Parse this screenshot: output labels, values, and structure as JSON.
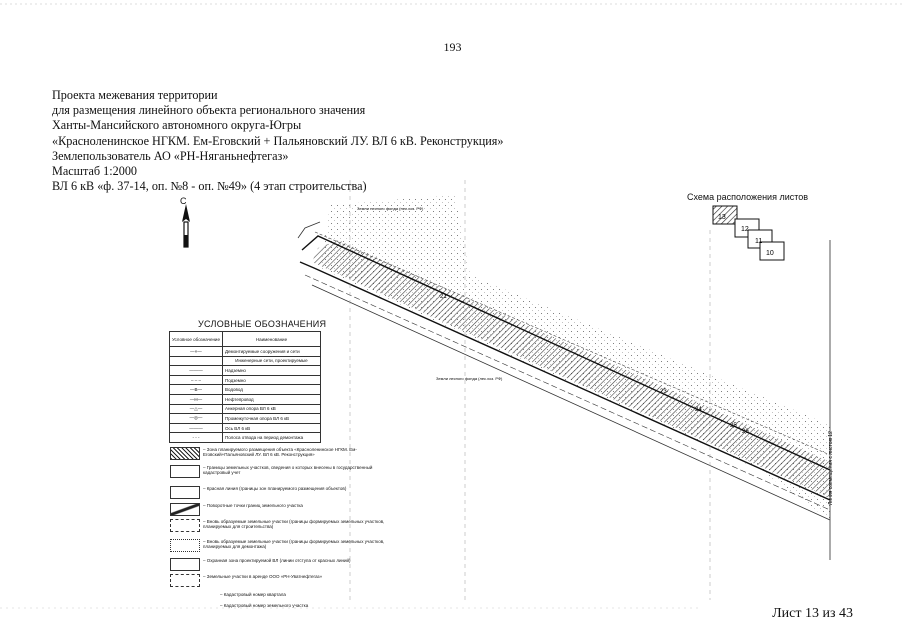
{
  "page_number": "193",
  "header": {
    "line1": "Проекта межевания территории",
    "line2": "для размещения линейного объекта регионального значения",
    "line3": "Ханты-Мансийского автономного округа-Югры",
    "line4": "«Красноленинское НГКМ. Ем-Еговский + Пальяновский ЛУ. ВЛ 6 кВ. Реконструкция»",
    "line5": "Землепользователь АО «РН-Няганьнефтегаз»",
    "line6": "Масштаб 1:2000",
    "line7": "ВЛ 6 кВ «ф. 37-14, оп. №8 - оп. №49» (4 этап строительства)"
  },
  "north_label": "С",
  "sheet_label": "Лист 13 из 43",
  "scheme": {
    "title": "Схема расположения листов",
    "sheets": [
      "13",
      "12",
      "11",
      "10"
    ]
  },
  "legend": {
    "title": "УСЛОВНЫЕ ОБОЗНАЧЕНИЯ",
    "header_sym": "Условное обозначение",
    "header_name": "Наименование",
    "rows": [
      "Демонтируемые сооружения и сети",
      "Инженерные сети, проектируемые",
      "Надземно",
      "Подземно",
      "Водовод",
      "Нефтепровод",
      "Анкерная опора ВЛ 6 кВ",
      "Промежуточная опора ВЛ 6 кВ",
      "Ось ВЛ 6 кВ",
      "Полоса отвода на период демонтажа"
    ],
    "extra": [
      "– Зона планируемого размещения объекта «Красноленинское НГКМ. Ем-Еговский+Пальяновский ЛУ. ВЛ 6 кВ. Реконструкция»",
      "– Границы земельных участков, сведения о которых внесены в государственный кадастровый учет",
      "– Красная линия (границы зон планируемого размещения объектов)",
      "– Поворотные точки границ земельного участка",
      "– Вновь образуемые земельные участки (границы формируемых земельных участков, планируемых для строительства)",
      "– Вновь образуемые земельные участки (границы формируемых земельных участков, планируемых для демонтажа)",
      "– Охранная зона проектируемой ВЛ (линии отступа от красных линий)",
      "– Земельные участки в аренде ООО «РН-Уватнефтегаз»",
      "– Кадастровый номер квартала",
      "– Кадастровый номер земельного участка"
    ]
  },
  "map_labels": {
    "forest1": "Земли лесного фонда (лес.хоз. РФ)",
    "forest2": "Земли лесного фонда (лес.хоз. РФ)",
    "match_line": "Линия совмещения с листом 12",
    "points": [
      "21",
      "23",
      "24",
      "25",
      "26"
    ]
  }
}
